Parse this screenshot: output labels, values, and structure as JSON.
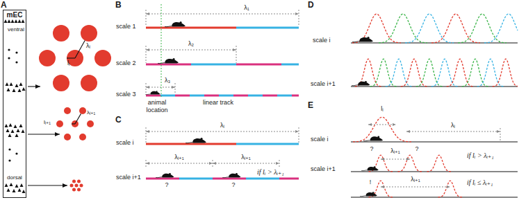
{
  "diagram": {
    "nodes": [
      {
        "text": [
          "mEC",
          "ventral",
          "dorsal"
        ]
      }
    ],
    "labels": [
      "A",
      "λᵢ",
      "lᵢ",
      "λᵢ₊₁",
      "lᵢ₊₁",
      "B",
      "scale 1",
      "λ₁",
      "scale 2",
      "λ₂",
      "scale 3",
      "λ₃",
      "animal location",
      "linear track",
      "C",
      "scale i",
      "λᵢ",
      "scale i+1",
      "λᵢ₊₁",
      "λᵢ₊₁",
      "if lᵢ > λᵢ₊₁",
      "?",
      "?",
      "D",
      "scale i",
      "scale i+1",
      "E",
      "scale i",
      "lᵢ",
      "λᵢ",
      "scale i+1",
      "?",
      "λᵢ₊₁",
      "?",
      "if lᵢ > λᵢ₊₁",
      "!",
      "λᵢ₊₁",
      "if lᵢ ≤ λᵢ₊₁"
    ]
  }
}
